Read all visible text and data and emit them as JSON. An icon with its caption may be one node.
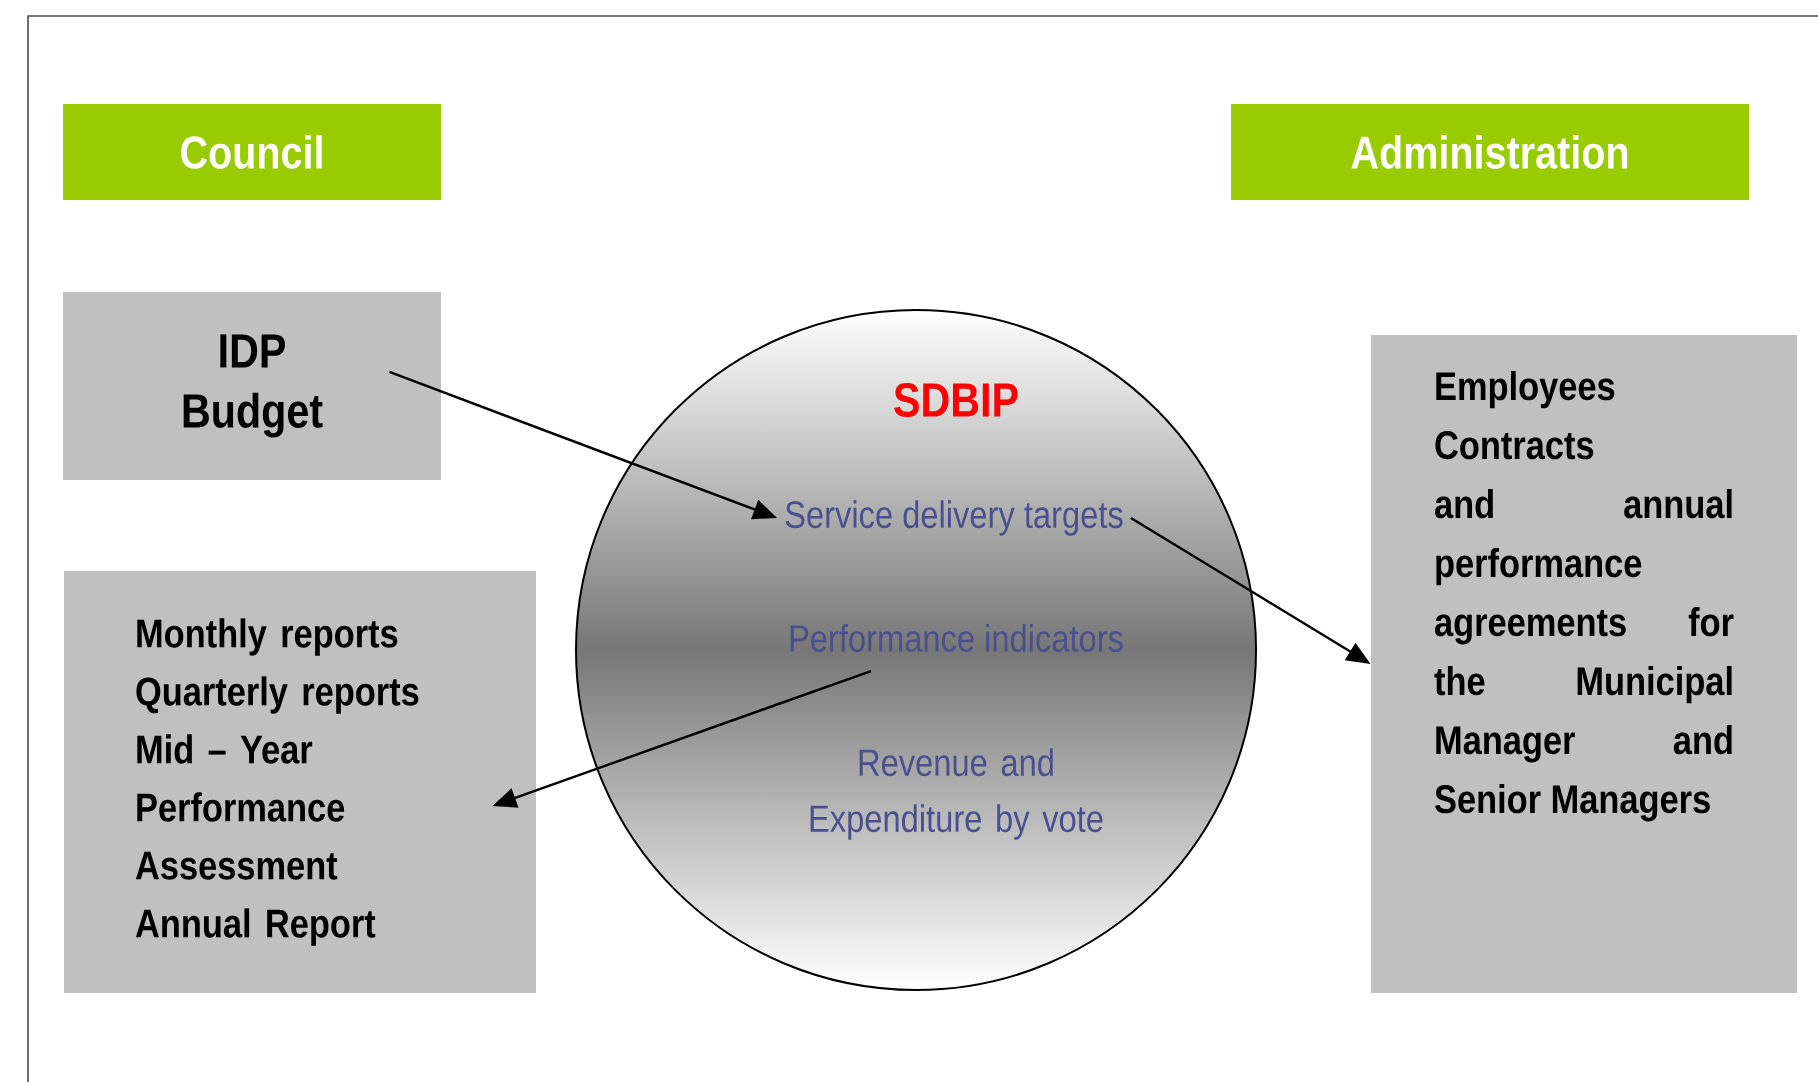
{
  "diagram": {
    "nodes": [
      {
        "text": [
          "Council"
        ]
      },
      {
        "text": [
          "Administration"
        ]
      },
      {
        "text": [
          "IDP Budget"
        ]
      },
      {
        "text": [
          "Monthly reports Quarterly reports Mid – Year Performance Assessment Annual Report"
        ]
      },
      {
        "text": [
          "SDBIP"
        ]
      },
      {
        "text": [
          "Service delivery targets"
        ],
        "in": 4
      },
      {
        "text": [
          "Performance indicators"
        ],
        "in": 4
      },
      {
        "text": [
          "Revenue and Expenditure by vote"
        ],
        "in": 4
      },
      {
        "text": [
          "Employees Contracts and annual performance agreements for the Municipal Manager and Senior Managers"
        ]
      }
    ],
    "edges": [
      {
        "from": 2,
        "to": 5,
        "arrow": "to"
      },
      {
        "from": 5,
        "to": 8,
        "arrow": "to"
      },
      {
        "from": 6,
        "to": 3,
        "arrow": "to"
      }
    ]
  }
}
